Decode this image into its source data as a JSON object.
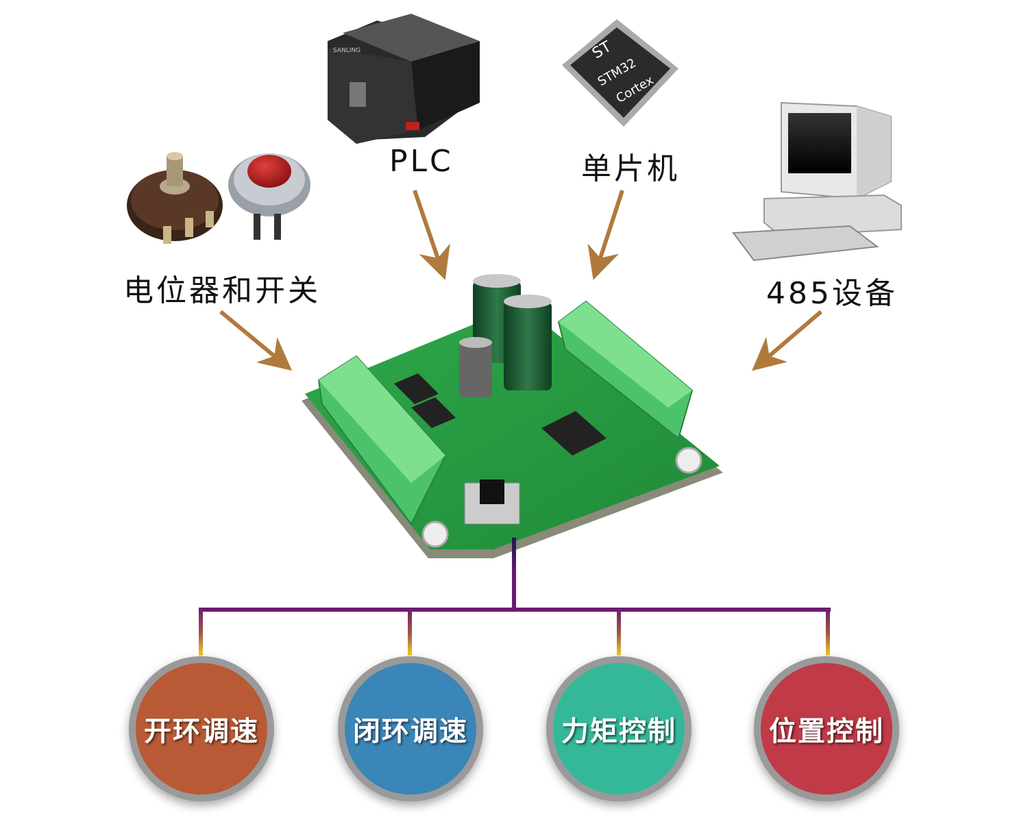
{
  "inputs": {
    "pot_switch": {
      "label": "电位器和开关",
      "icon": "potentiometer-and-switch-icon"
    },
    "plc": {
      "label": "PLC",
      "icon": "plc-icon"
    },
    "mcu": {
      "label": "单片机",
      "icon": "mcu-chip-icon",
      "chip_text": [
        "ST",
        "STM32",
        "Cortex"
      ]
    },
    "rs485": {
      "label": "485设备",
      "icon": "computer-icon"
    }
  },
  "board": {
    "icon": "motor-driver-board-icon"
  },
  "modes": [
    {
      "label": "开环调速",
      "color": "#b85a35"
    },
    {
      "label": "闭环调速",
      "color": "#3a86b8"
    },
    {
      "label": "力矩控制",
      "color": "#35b89a"
    },
    {
      "label": "位置控制",
      "color": "#c03a48"
    }
  ],
  "colors": {
    "arrow": "#b07a3c",
    "tree_line": "#6a1a6e",
    "tree_line_accent": "#e8c020"
  }
}
